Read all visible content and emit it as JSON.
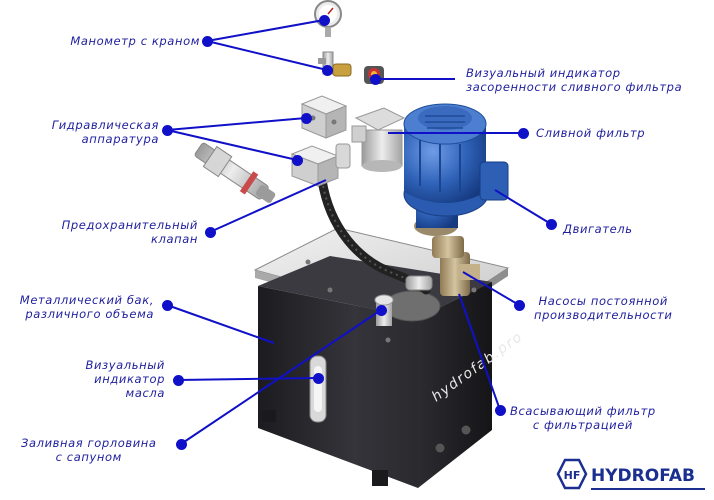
{
  "colors": {
    "accent": "#1010c8",
    "label_text": "#1e1e9e",
    "metal_dark": "#2a2a2e",
    "motor_blue": "#2f62b8"
  },
  "labels": {
    "manometer": "Манометр с краном",
    "filter_indicator_1": "Визуальный индикатор",
    "filter_indicator_2": "засоренности сливного фильтра",
    "hydraulic_1": "Гидравлическая",
    "hydraulic_2": "аппаратура",
    "return_filter": "Сливной фильтр",
    "safety_valve_1": "Предохранительный",
    "safety_valve_2": "клапан",
    "motor": "Двигатель",
    "tank_1": "Металлический бак,",
    "tank_2": "различного объема",
    "pumps_1": "Насосы постоянной",
    "pumps_2": "производительности",
    "oil_indicator_1": "Визуальный",
    "oil_indicator_2": "индикатор",
    "oil_indicator_3": "масла",
    "suction_filter_1": "Всасывающий фильтр",
    "suction_filter_2": "с фильтрацией",
    "filler_1": "Заливная горловина",
    "filler_2": "с сапуном"
  },
  "tank_text": "hydrofab.pro",
  "logo": {
    "mark": "HF",
    "text": "HYDROFAB"
  }
}
